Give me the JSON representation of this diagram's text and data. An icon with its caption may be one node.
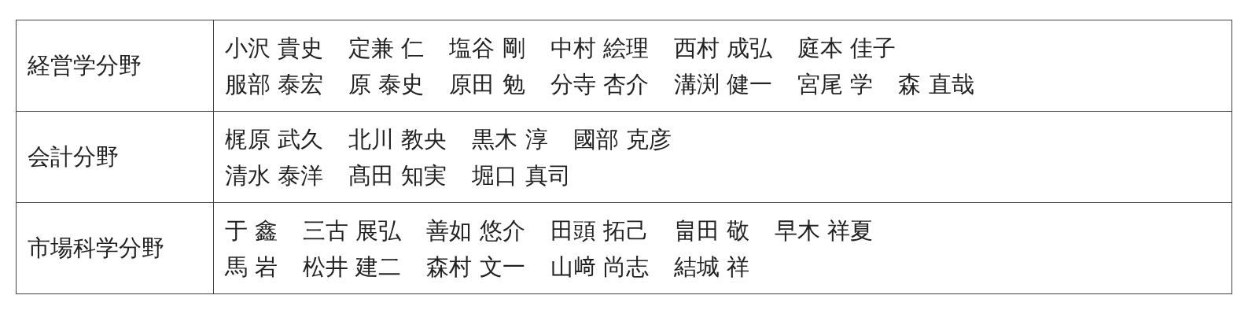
{
  "diagram": {
    "labels": [
      "経営学分野",
      "小沢 貴史",
      "定兼 仁",
      "塩谷 剛",
      "中村 絵理",
      "西村 成弘",
      "庭本 佳子",
      "服部 泰宏",
      "原 泰史",
      "原田 勉",
      "分寺 杏介",
      "溝渕 健一",
      "宮尾 学",
      "森 直哉",
      "会計分野",
      "梶原 武久",
      "北川 教央",
      "黒木 淳",
      "國部 克彦",
      "清水 泰洋",
      "髙田 知実",
      "堀口 真司",
      "市場科学分野",
      "于 鑫",
      "三古 展弘",
      "善如 悠介",
      "田頭 拓己",
      "畠田 敬",
      "早木 祥夏",
      "馬 岩",
      "松井 建二",
      "森村 文一",
      "山﨑 尚志",
      "結城 祥"
    ]
  }
}
